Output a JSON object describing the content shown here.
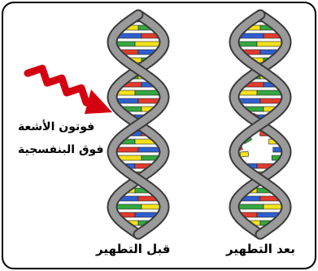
{
  "labels": {
    "before": "قبل التطهير",
    "after": "بعد التطهير",
    "uv_line1": "فوتون الأشعة",
    "uv_line2": "فوق البنفسجية"
  },
  "colors": {
    "backbone": "#9a9a9a",
    "backbone_edge": "#3a3a3a",
    "arrow": "#d40010",
    "frame": "#000000",
    "base_red": "#e23b2e",
    "base_yellow": "#f4e21c",
    "base_blue": "#2f5fd0",
    "base_green": "#35a842"
  },
  "icons": {
    "uv_photon": "red-zigzag-arrow-icon",
    "dna_before": "dna-double-helix-icon",
    "dna_after": "damaged-dna-helix-icon"
  }
}
